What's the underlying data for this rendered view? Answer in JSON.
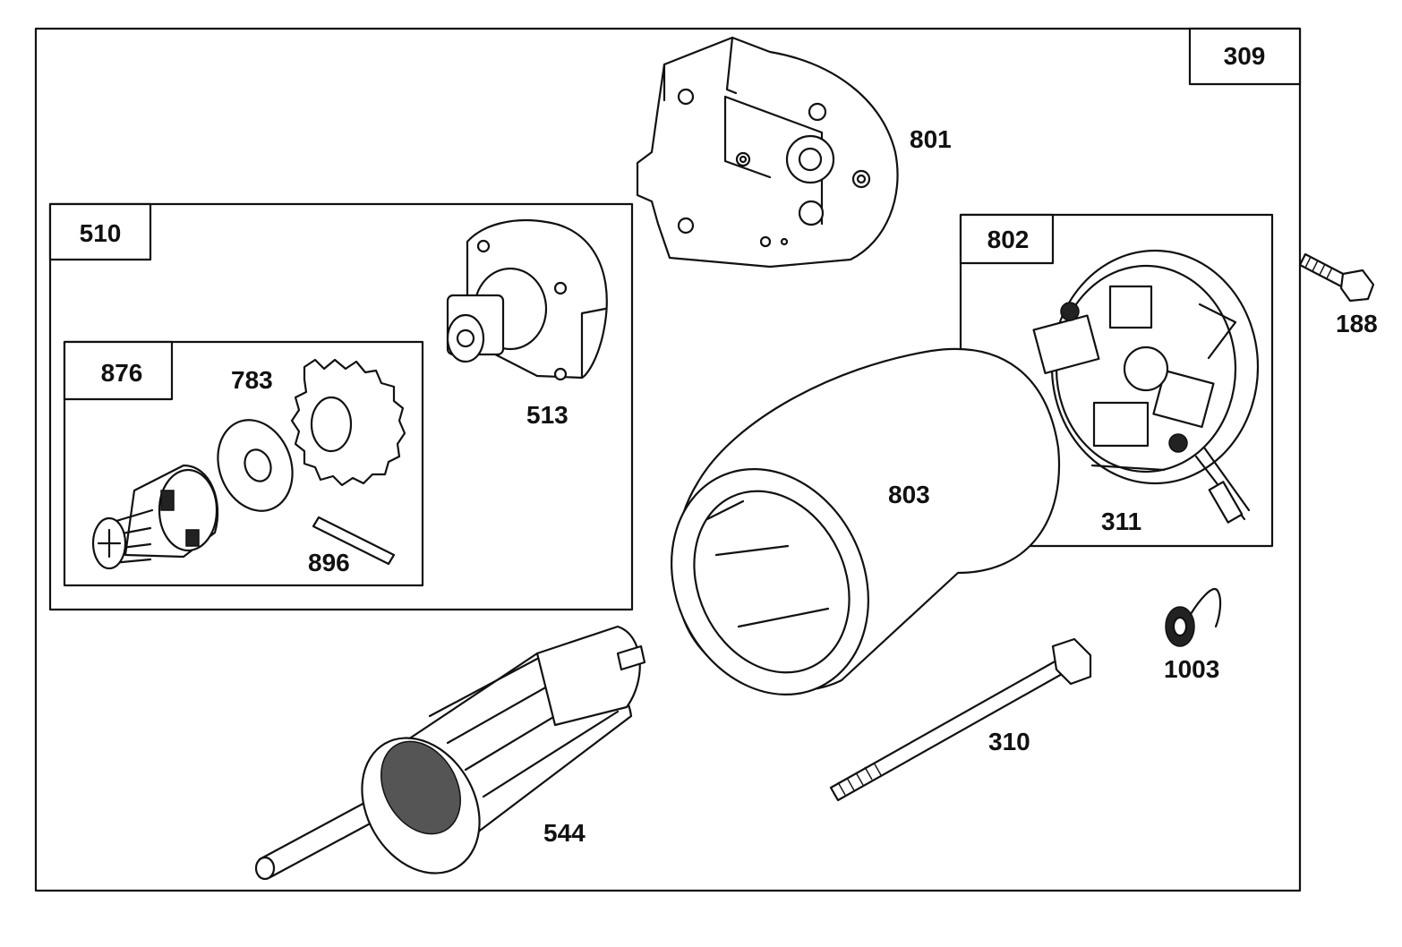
{
  "boxes": {
    "outer": "309",
    "drive_assembly": "510",
    "drive_kit": "876",
    "brush_assembly": "802"
  },
  "parts": {
    "end_cap_bracket": "801",
    "pinion_housing": "513",
    "pinion_gear": "783",
    "pin": "896",
    "housing": "803",
    "brush_holder": "311",
    "screw": "188",
    "spring": "1003",
    "through_bolt": "310",
    "armature": "544"
  }
}
